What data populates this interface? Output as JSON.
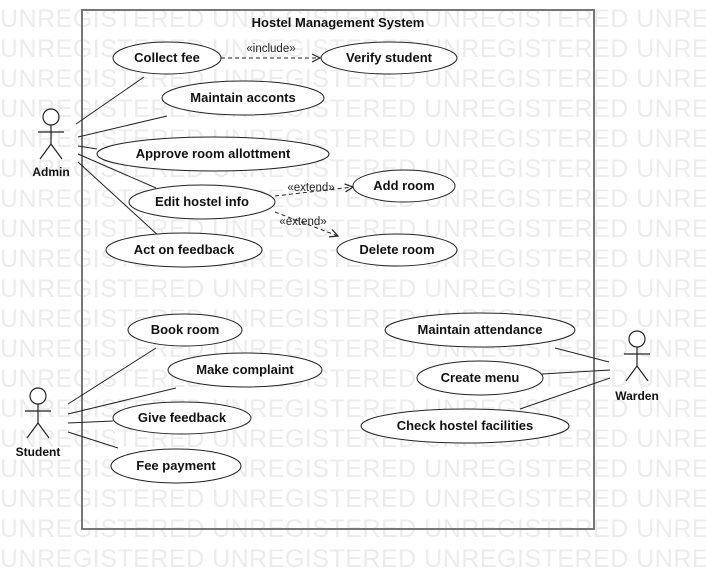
{
  "watermark_text": "UNREGISTERED",
  "system": {
    "title": "Hostel Management System"
  },
  "actors": {
    "admin": "Admin",
    "student": "Student",
    "warden": "Warden"
  },
  "use_cases": {
    "collect_fee": "Collect fee",
    "verify_student": "Verify student",
    "maintain_accounts": "Maintain acconts",
    "approve_room": "Approve room allottment",
    "edit_hostel_info": "Edit hostel info",
    "add_room": "Add room",
    "delete_room": "Delete room",
    "act_on_feedback": "Act on feedback",
    "book_room": "Book room",
    "make_complaint": "Make complaint",
    "give_feedback": "Give feedback",
    "fee_payment": "Fee payment",
    "maintain_attendance": "Maintain attendance",
    "create_menu": "Create menu",
    "check_facilities": "Check hostel facilities"
  },
  "relations": {
    "include": "«include»",
    "extend_add": "«extend»",
    "extend_delete": "«extend»"
  },
  "colors": {
    "line": "#222222",
    "boundary": "#777777",
    "watermark": "#ececec"
  }
}
